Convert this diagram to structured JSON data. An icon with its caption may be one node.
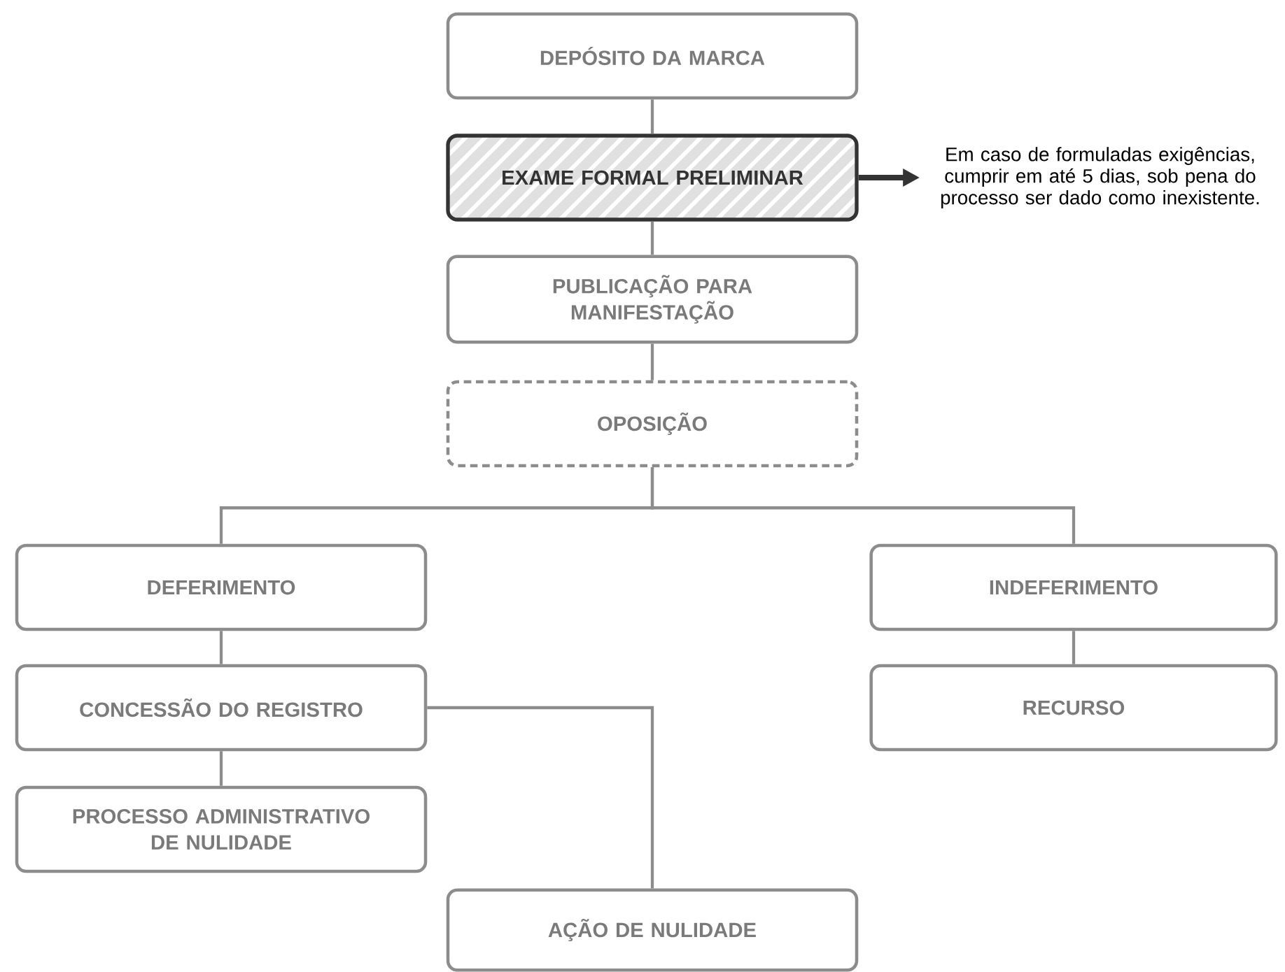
{
  "diagram": {
    "nodes": [
      {
        "text": [
          "DEPÓSITO DA MARCA"
        ]
      },
      {
        "text": [
          "EXAME FORMAL PRELIMINAR"
        ]
      },
      {
        "text": [
          "Em caso de formuladas exigências, cumprir em até 5 dias, sob pena do processo ser dado como inexistente."
        ]
      },
      {
        "text": [
          "PUBLICAÇÃO PARA MANIFESTAÇÃO"
        ]
      },
      {
        "text": [
          "OPOSIÇÃO"
        ]
      },
      {
        "text": [
          "DEFERIMENTO"
        ]
      },
      {
        "text": [
          "INDEFERIMENTO"
        ]
      },
      {
        "text": [
          "CONCESSÃO DO REGISTRO"
        ]
      },
      {
        "text": [
          "RECURSO"
        ]
      },
      {
        "text": [
          "PROCESSO ADMINISTRATIVO DE NULIDADE"
        ]
      },
      {
        "text": [
          "AÇÃO DE NULIDADE"
        ]
      }
    ],
    "edges": [
      {
        "from": 0,
        "to": 1,
        "arrow": "none"
      },
      {
        "from": 1,
        "to": 2,
        "arrow": "to",
        "style": "thick",
        "color": "#333333"
      },
      {
        "from": 1,
        "to": 3,
        "arrow": "none"
      },
      {
        "from": 3,
        "to": 4,
        "arrow": "none"
      },
      {
        "from": 4,
        "to": 5,
        "arrow": "none"
      },
      {
        "from": 4,
        "to": 6,
        "arrow": "none"
      },
      {
        "from": 5,
        "to": 7,
        "arrow": "none"
      },
      {
        "from": 6,
        "to": 8,
        "arrow": "none"
      },
      {
        "from": 7,
        "to": 9,
        "arrow": "none"
      },
      {
        "from": 7,
        "to": 10,
        "arrow": "none"
      }
    ]
  }
}
